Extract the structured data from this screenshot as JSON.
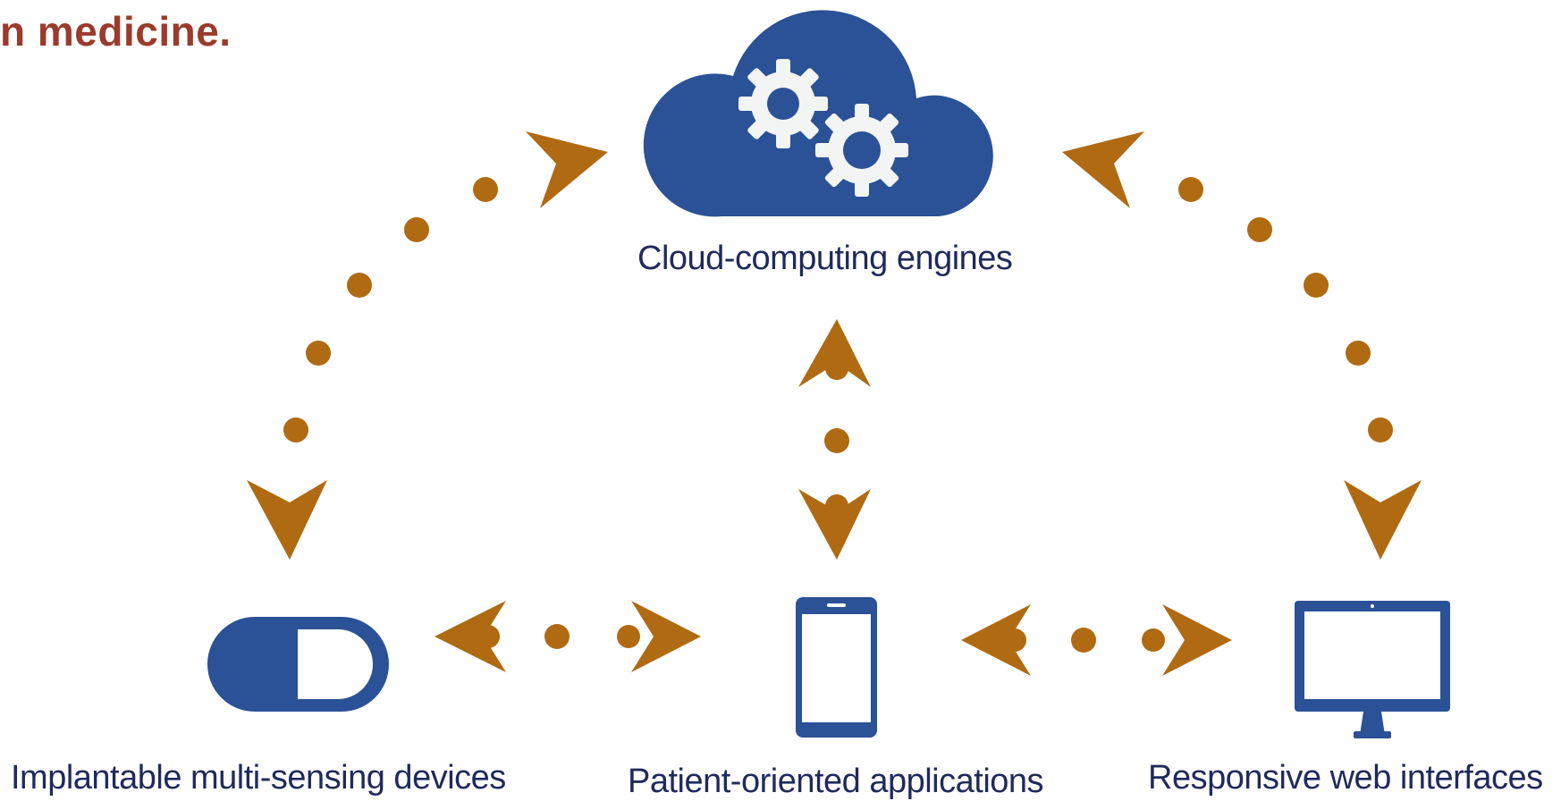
{
  "header": {
    "title_fragment": "n medicine."
  },
  "nodes": {
    "cloud": {
      "label": "Cloud-computing engines",
      "icon": "cloud-gears-icon"
    },
    "implant": {
      "label": "Implantable multi-sensing devices",
      "icon": "capsule-icon"
    },
    "mobile": {
      "label": "Patient-oriented applications",
      "icon": "smartphone-icon"
    },
    "web": {
      "label": "Responsive web interfaces",
      "icon": "monitor-icon"
    }
  },
  "colors": {
    "node_blue": "#2b5196",
    "connector_brown": "#b06a12",
    "title_red": "#9a3b2c",
    "label_navy": "#1f2a5c"
  }
}
